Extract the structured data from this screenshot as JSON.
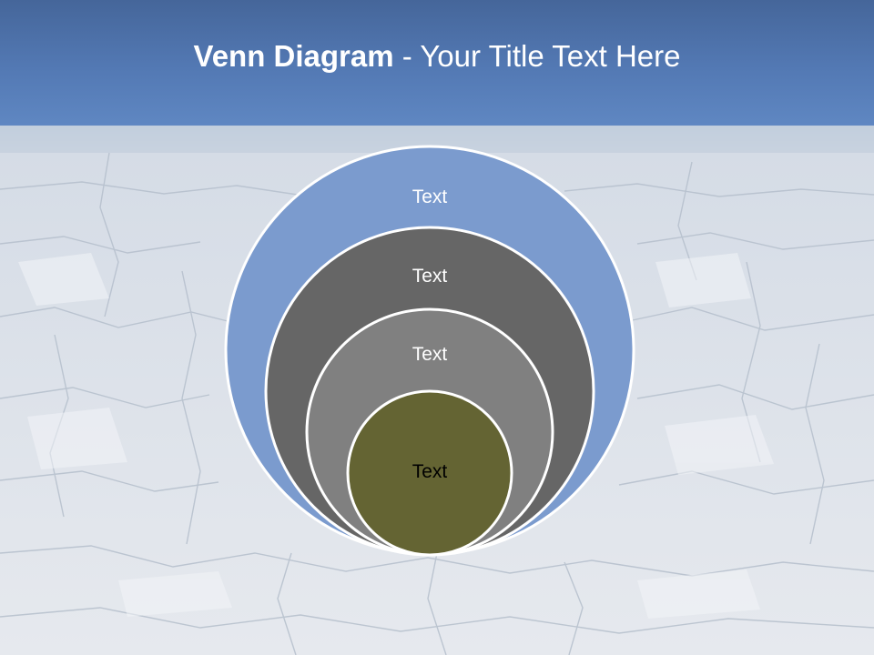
{
  "slide": {
    "title_bold": "Venn Diagram",
    "title_rest": " - Your Title Text Here"
  },
  "venn": {
    "circles": [
      {
        "label": "Text",
        "fill": "#7b9bce",
        "text_color": "#ffffff"
      },
      {
        "label": "Text",
        "fill": "#666666",
        "text_color": "#ffffff"
      },
      {
        "label": "Text",
        "fill": "#808080",
        "text_color": "#ffffff"
      },
      {
        "label": "Text",
        "fill": "#646433",
        "text_color": "#000000"
      }
    ]
  },
  "colors": {
    "title_band": "#5379b4",
    "title_text": "#ffffff",
    "circle_outline": "#ffffff"
  }
}
